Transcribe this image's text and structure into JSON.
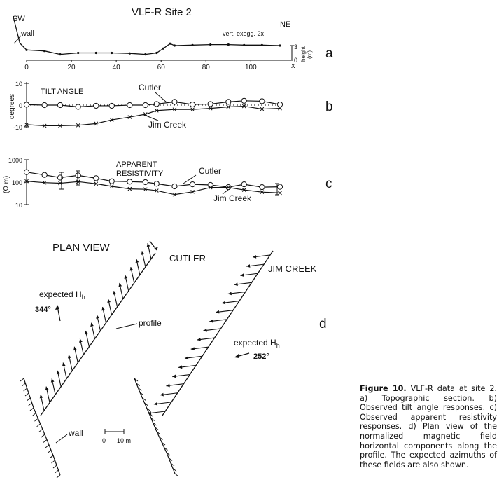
{
  "figure": {
    "title": "VLF-R  Site 2",
    "panel_letters": [
      "a",
      "b",
      "c",
      "d"
    ],
    "topo": {
      "left_label": "SW",
      "right_label": "NE",
      "wall_label": "wall",
      "exaggeration": "vert. exegg. 2x",
      "height_label": "height",
      "height_unit": "(m)",
      "height_ticks": [
        "3",
        "0"
      ],
      "x_axis_symbol": "x",
      "x_ticks": [
        "0",
        "20",
        "40",
        "60",
        "80",
        "100"
      ]
    },
    "tilt": {
      "title": "TILT ANGLE",
      "y_label": "degrees",
      "y_ticks": [
        "10",
        "0",
        "-10"
      ],
      "cutler_label": "Cutler",
      "jim_label": "Jim Creek"
    },
    "resistivity": {
      "title_line1": "APPARENT",
      "title_line2": "RESISTIVITY",
      "y_label": "(Ω m)",
      "y_ticks": [
        "1000",
        "100",
        "10"
      ],
      "cutler_label": "Cutler",
      "jim_label": "Jim Creek"
    },
    "plan": {
      "title": "PLAN VIEW",
      "cutler_label": "CUTLER",
      "jim_label": "JIM CREEK",
      "expected_label": "expected H",
      "expected_sub": "h",
      "cutler_azimuth": "344°",
      "jim_azimuth": "252°",
      "profile_label": "profile",
      "wall_label": "wall",
      "scale_zero": "0",
      "scale_label": "10 m"
    }
  },
  "caption": {
    "bold": "Figure 10.",
    "text": " VLF-R data at site 2. a) Topographic section. b) Observed tilt angle responses. c) Observed apparent resistivity responses. d) Plan view of the normalized magnetic field horizontal components along the profile.  The expected azimuths of these fields are also shown."
  },
  "chart_data": [
    {
      "type": "line",
      "panel": "a",
      "xlabel": "",
      "ylabel": "height (m)",
      "xlim": [
        0,
        117
      ],
      "series": [
        {
          "x": [
            -6,
            -3,
            0,
            8,
            15,
            23,
            31,
            38,
            46,
            53,
            58,
            61,
            64,
            66,
            74,
            82,
            90,
            97,
            105,
            113
          ],
          "y": [
            9,
            3.5,
            2.1,
            1.9,
            1.2,
            1.5,
            1.5,
            1.5,
            1.4,
            1.2,
            1.5,
            2.4,
            3.4,
            3.0,
            3.1,
            3.2,
            3.2,
            3.1,
            3.1,
            3.0
          ]
        }
      ]
    },
    {
      "type": "line",
      "panel": "b",
      "ylabel": "degrees",
      "ylim": [
        -11,
        11
      ],
      "series": [
        {
          "name": "Cutler",
          "x": [
            0,
            8,
            15,
            23,
            31,
            38,
            46,
            53,
            58,
            66,
            74,
            82,
            90,
            97,
            105,
            113
          ],
          "y": [
            0.2,
            0.0,
            0.0,
            -0.8,
            -0.3,
            -0.3,
            0.0,
            0.0,
            0.5,
            1.5,
            0.3,
            0.5,
            1.5,
            2.0,
            1.8,
            0.3
          ]
        },
        {
          "name": "Jim Creek",
          "x": [
            0,
            8,
            15,
            23,
            31,
            38,
            46,
            53,
            58,
            66,
            74,
            82,
            90,
            97,
            105,
            113
          ],
          "y": [
            -9.0,
            -9.5,
            -9.5,
            -9.3,
            -8.5,
            -6.8,
            -5.5,
            -4.2,
            -2.5,
            -2.0,
            -2.0,
            -1.5,
            -0.8,
            -0.5,
            -1.8,
            -1.5
          ]
        }
      ]
    },
    {
      "type": "line",
      "panel": "c",
      "ylabel": "(Ω m)",
      "ylim": [
        10,
        1000
      ],
      "y_scale": "log",
      "series": [
        {
          "name": "Cutler",
          "x": [
            0,
            8,
            15,
            23,
            31,
            38,
            46,
            53,
            58,
            66,
            74,
            82,
            90,
            97,
            105,
            113
          ],
          "y": [
            280,
            210,
            160,
            200,
            150,
            110,
            105,
            100,
            85,
            65,
            80,
            75,
            60,
            80,
            60,
            62
          ]
        },
        {
          "name": "Jim Creek",
          "x": [
            0,
            8,
            15,
            23,
            31,
            38,
            46,
            53,
            58,
            66,
            74,
            82,
            90,
            97,
            105,
            113
          ],
          "y": [
            110,
            95,
            90,
            105,
            85,
            65,
            50,
            48,
            42,
            28,
            37,
            58,
            58,
            45,
            36,
            33
          ]
        }
      ]
    }
  ]
}
